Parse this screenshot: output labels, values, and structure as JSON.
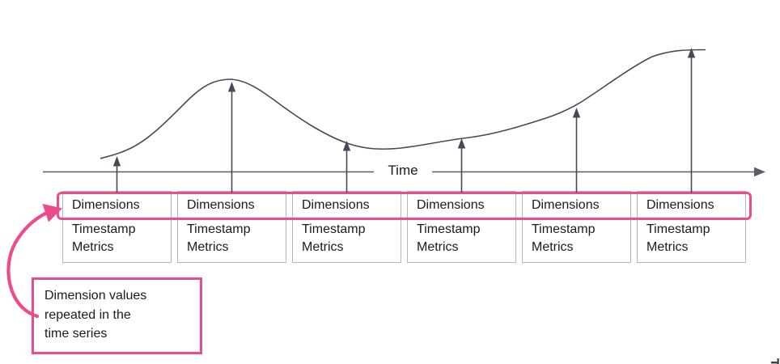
{
  "diagram": {
    "title_semantics": "time-series-records-diagram",
    "axis": {
      "label": "Time"
    },
    "boxes": [
      {
        "dimensions": "Dimensions",
        "timestamp": "Timestamp",
        "metrics": "Metrics"
      },
      {
        "dimensions": "Dimensions",
        "timestamp": "Timestamp",
        "metrics": "Metrics"
      },
      {
        "dimensions": "Dimensions",
        "timestamp": "Timestamp",
        "metrics": "Metrics"
      },
      {
        "dimensions": "Dimensions",
        "timestamp": "Timestamp",
        "metrics": "Metrics"
      },
      {
        "dimensions": "Dimensions",
        "timestamp": "Timestamp",
        "metrics": "Metrics"
      },
      {
        "dimensions": "Dimensions",
        "timestamp": "Timestamp",
        "metrics": "Metrics"
      }
    ],
    "callout": {
      "lines": [
        "Dimension values",
        "repeated in the",
        "time series"
      ]
    },
    "icons": [
      "curve-line",
      "time-axis-arrow",
      "value-arrow",
      "callout-curved-arrow"
    ]
  },
  "colors": {
    "pink": "#EC4C8C",
    "curve": "#454B56",
    "axis": "#585D66",
    "boxBorder": "#B4B7BE",
    "text": "#1B1B1B"
  }
}
